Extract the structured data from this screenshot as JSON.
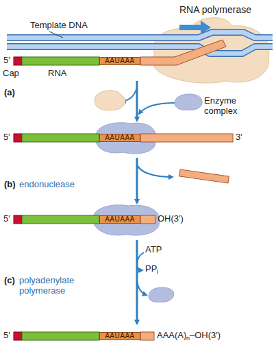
{
  "diagram": {
    "nodes": [
      {
        "text": [
          "AAUAAA"
        ]
      },
      {
        "text": [
          "AAUAAA"
        ]
      },
      {
        "text": [
          "AAUAAA"
        ]
      },
      {
        "text": [
          "AAUAAA"
        ]
      }
    ],
    "labels": [
      "RNA polymerase",
      "Template DNA",
      "5′",
      "Cap",
      "RNA",
      "(a)",
      "Enzyme complex",
      "5′",
      "3′",
      "(b)",
      "endonuclease",
      "5′",
      "OH(3′)",
      "ATP",
      "PP",
      "i",
      "(c)",
      "polyadenylate polymerase",
      "5′",
      "AAA(A)",
      "n",
      "–OH(3′)"
    ]
  }
}
